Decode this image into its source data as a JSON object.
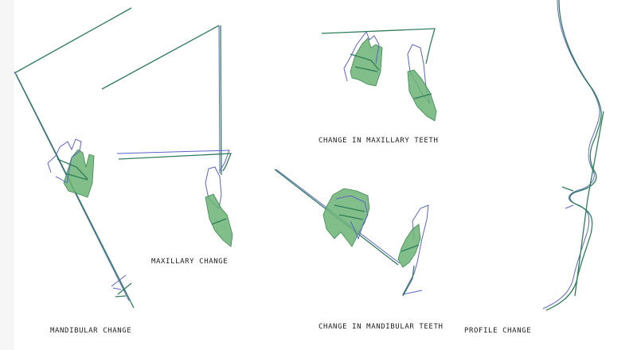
{
  "labels": {
    "mandibular_change": "MANDIBULAR CHANGE",
    "maxillary_change": "MAXILLARY CHANGE",
    "change_maxillary_teeth": "CHANGE IN MAXILLARY TEETH",
    "change_mandibular_teeth": "CHANGE IN MANDIBULAR TEETH",
    "profile_change": "PROFILE CHANGE"
  },
  "colors": {
    "before_tracing": "#5a64c8",
    "after_tracing": "#2e7d5b",
    "tooth_fill": "#6cb374"
  }
}
